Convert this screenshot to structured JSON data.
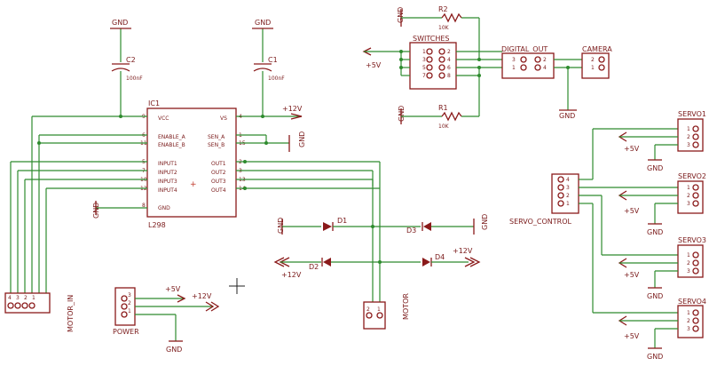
{
  "labels": {
    "gnd": "GND",
    "p5v": "+5V",
    "p12v": "+12V",
    "c1": "C1",
    "c2": "C2",
    "cap_val": "100nF",
    "ic1": "IC1",
    "l298": "L298",
    "vcc": "VCC",
    "vs": "VS",
    "enable_a": "ENABLE_A",
    "enable_b": "ENABLE_B",
    "sen_a": "SEN_A",
    "sen_b": "SEN_B",
    "input1": "INPUT1",
    "input2": "INPUT2",
    "input3": "INPUT3",
    "input4": "INPUT4",
    "out1": "OUT1",
    "out2": "OUT2",
    "out3": "OUT3",
    "out4": "OUT4",
    "ic_gnd": "GND",
    "pin9": "9",
    "pin4": "4",
    "pin6": "6",
    "pin11": "11",
    "pin1": "1",
    "pin15": "15",
    "pin5": "5",
    "pin7": "7",
    "pin10": "10",
    "pin12": "12",
    "pin2": "2",
    "pin3": "3",
    "pin13": "13",
    "pin14": "14",
    "pin8": "8",
    "d1": "D1",
    "d2": "D2",
    "d3": "D3",
    "d4": "D4",
    "motor": "MOTOR",
    "motor_in": "MOTOR_IN",
    "power": "POWER",
    "switches": "SWITCHES",
    "digital_out": "DIGITAL_OUT",
    "camera": "CAMERA",
    "r1": "R1",
    "r2": "R2",
    "r_val": "10K",
    "servo_control": "SERVO_CONTROL",
    "servo01": "SERVO1",
    "servo02": "SERVO2",
    "servo03": "SERVO3",
    "servo04": "SERVO4",
    "n1": "1",
    "n2": "2",
    "n3": "3",
    "n4": "4",
    "n5": "5",
    "n6": "6",
    "n7": "7",
    "n8": "8"
  },
  "colors": {
    "wire": "#2e8b2e",
    "part": "#8a1a1a",
    "text": "#7a1a1a",
    "background": "#ffffff"
  }
}
